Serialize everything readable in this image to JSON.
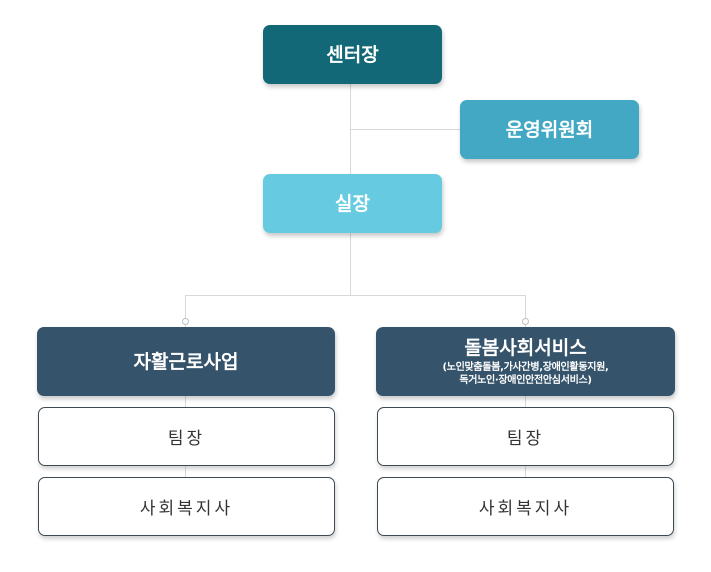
{
  "director": {
    "label": "센터장",
    "color": "#136877"
  },
  "committee": {
    "label": "운영위원회",
    "color": "#42a8c3"
  },
  "manager": {
    "label": "실장",
    "color": "#66cbe0"
  },
  "divisions": [
    {
      "label": "자활근로사업",
      "color": "#35536a",
      "team_leader": "팀장",
      "social_worker": "사회복지사"
    },
    {
      "label": "돌봄사회서비스",
      "sub_line1": "(노인맞춤돌봄,가사간병,장애인활동지원,",
      "sub_line2": "독거노인·장애인안전안심서비스)",
      "color": "#35536a",
      "team_leader": "팀장",
      "social_worker": "사회복지사"
    }
  ]
}
